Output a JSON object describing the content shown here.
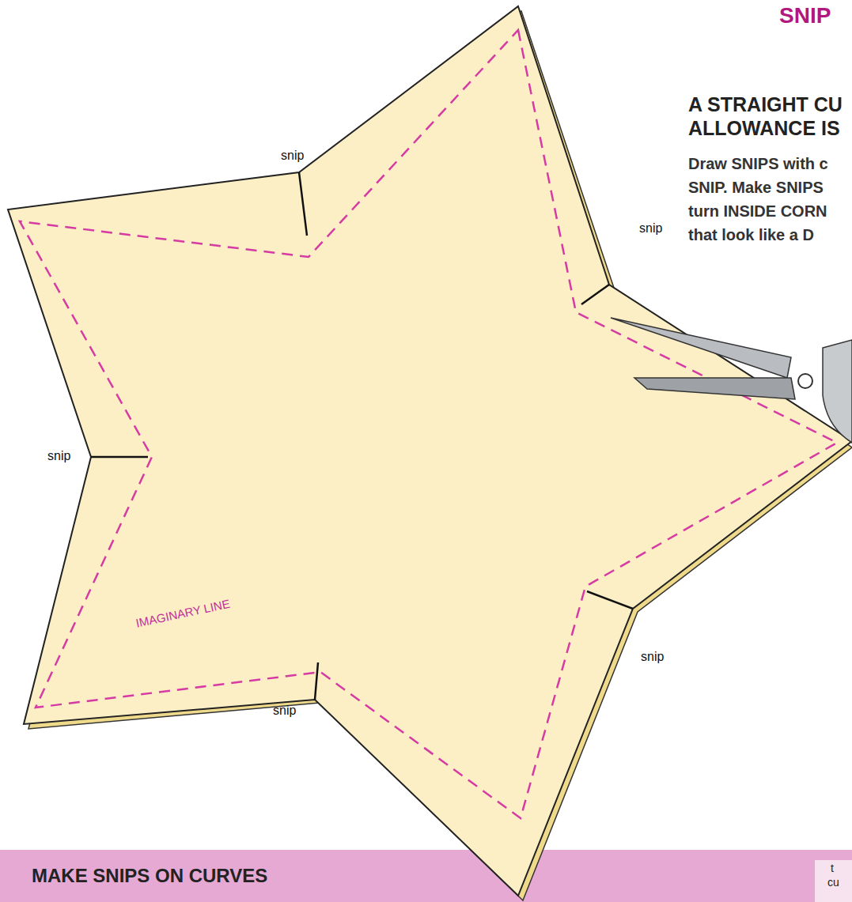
{
  "diagram": {
    "nodes": [
      {
        "text": [
          "MAKE SNIPS ON CURVES"
        ]
      }
    ],
    "labels": [
      "SNIP",
      "A STRAIGHT CU",
      "ALLOWANCE IS",
      "Draw SNIPS with c",
      "SNIP. Make SNIPS",
      "turn INSIDE CORN",
      "that look like a D",
      "snip",
      "snip",
      "snip",
      "snip",
      "snip",
      "IMAGINARY LINE",
      "t",
      "cu"
    ]
  }
}
